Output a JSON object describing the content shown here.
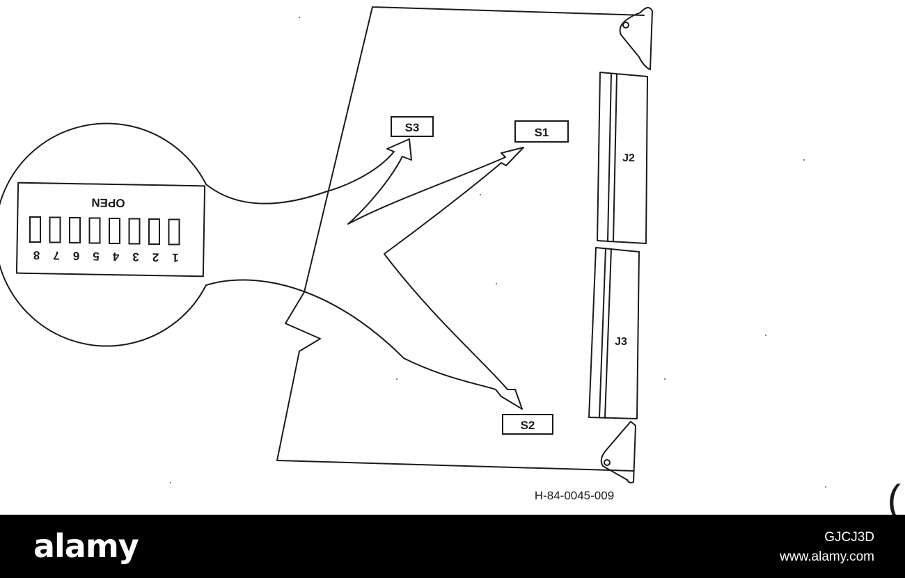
{
  "diagram": {
    "dip_switch_label": "OPEN",
    "switch_numbers": [
      "1",
      "2",
      "3",
      "4",
      "5",
      "6",
      "7",
      "8"
    ],
    "switch_labels": {
      "s1": "S1",
      "s2": "S2",
      "s3": "S3"
    },
    "connector_labels": {
      "j2": "J2",
      "j3": "J3"
    },
    "figure_id": "H-84-0045-009",
    "edge_mark": "("
  },
  "watermark": {
    "brand": "alamy",
    "image_id": "GJCJ3D",
    "site": "www.alamy.com"
  }
}
